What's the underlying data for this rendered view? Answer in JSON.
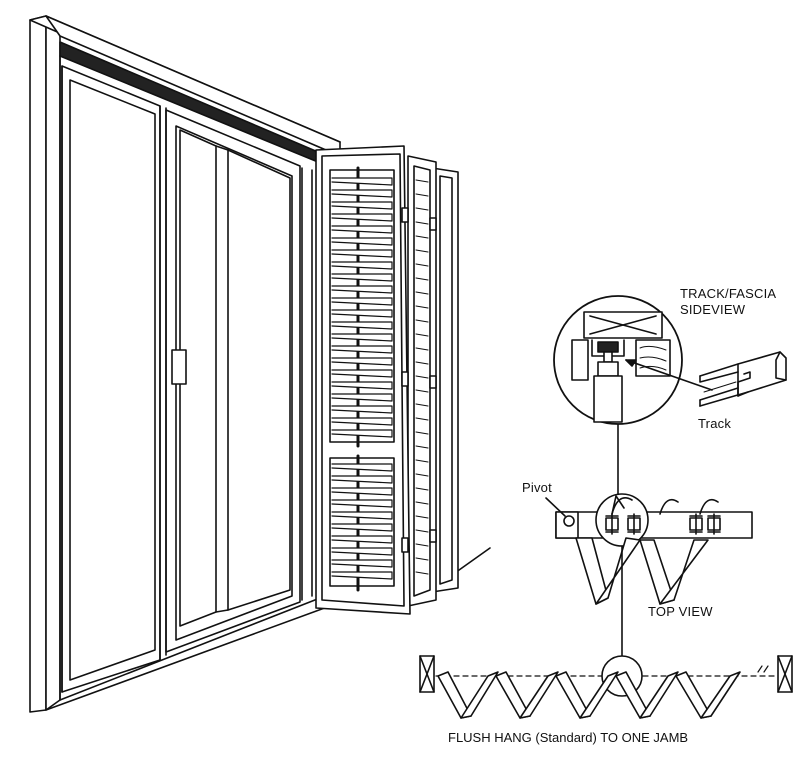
{
  "labels": {
    "track_fascia_line1": "TRACK/FASCIA",
    "track_fascia_line2": "SIDEVIEW",
    "track": "Track",
    "pivot": "Pivot",
    "top_view": "TOP VIEW",
    "caption": "FLUSH HANG (Standard) TO ONE JAMB"
  },
  "colors": {
    "ink": "#111111",
    "paper": "#ffffff"
  }
}
